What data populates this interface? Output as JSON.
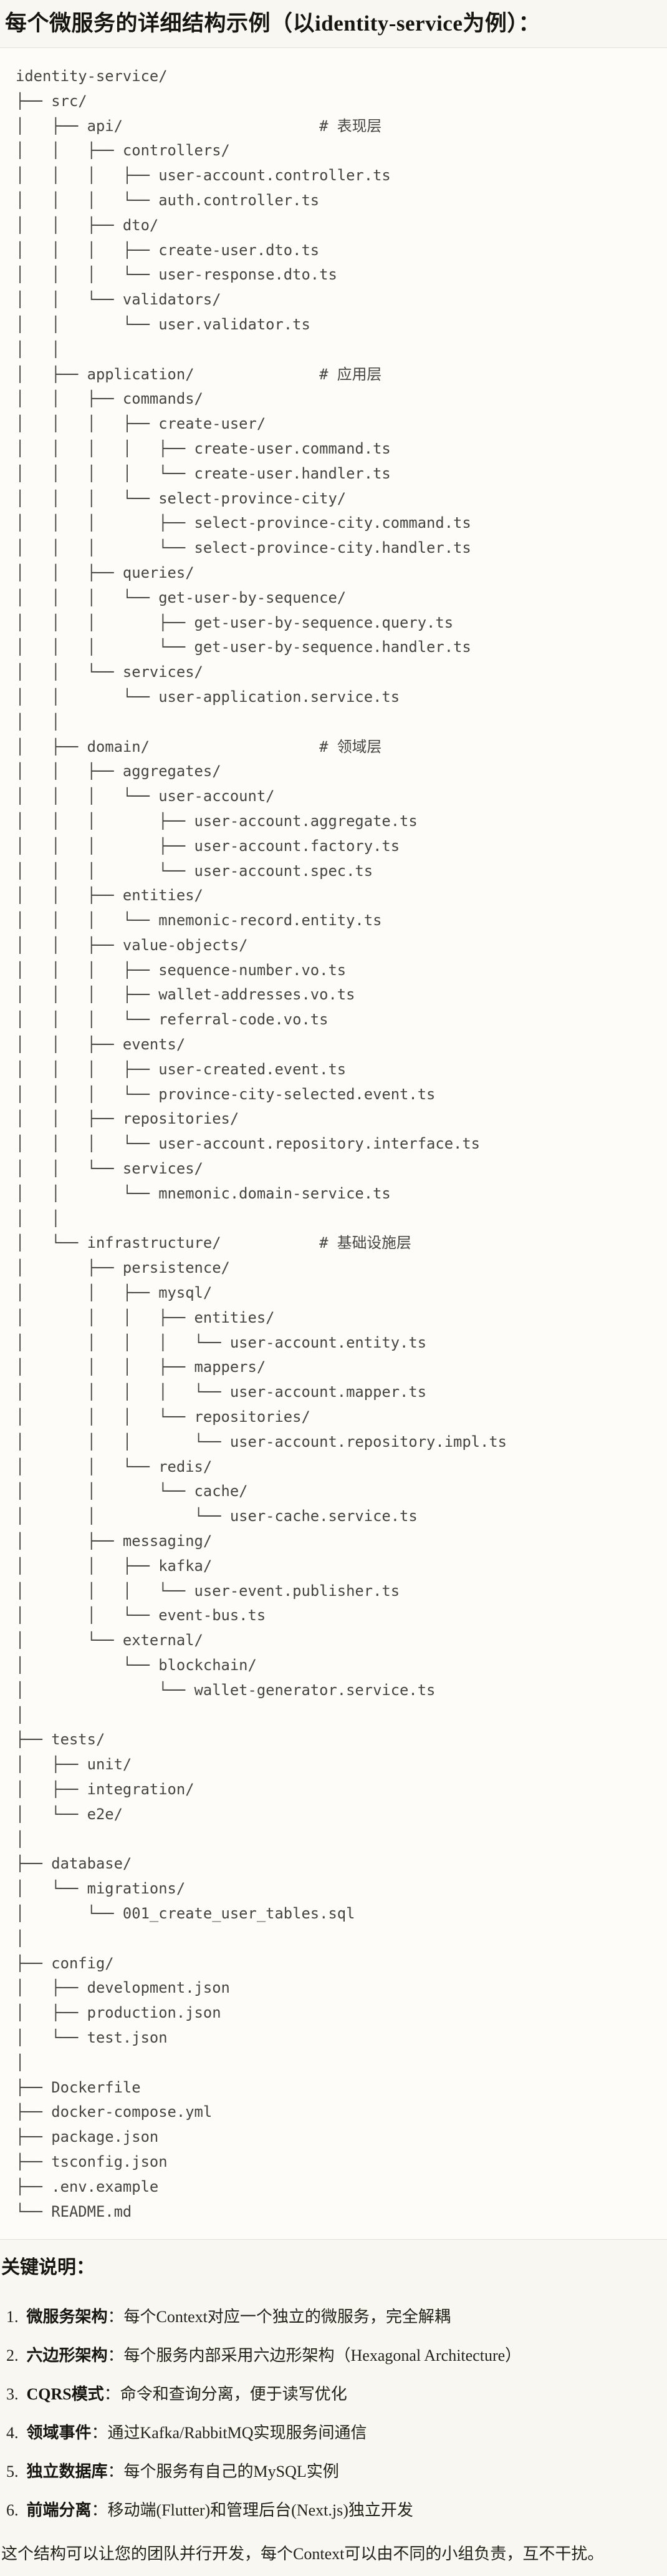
{
  "title": "每个微服务的详细结构示例（以identity-service为例）：",
  "tree": {
    "lines": [
      "identity-service/",
      "├── src/",
      "│   ├── api/                      # 表现层",
      "│   │   ├── controllers/",
      "│   │   │   ├── user-account.controller.ts",
      "│   │   │   └── auth.controller.ts",
      "│   │   ├── dto/",
      "│   │   │   ├── create-user.dto.ts",
      "│   │   │   └── user-response.dto.ts",
      "│   │   └── validators/",
      "│   │       └── user.validator.ts",
      "│   │",
      "│   ├── application/              # 应用层",
      "│   │   ├── commands/",
      "│   │   │   ├── create-user/",
      "│   │   │   │   ├── create-user.command.ts",
      "│   │   │   │   └── create-user.handler.ts",
      "│   │   │   └── select-province-city/",
      "│   │   │       ├── select-province-city.command.ts",
      "│   │   │       └── select-province-city.handler.ts",
      "│   │   ├── queries/",
      "│   │   │   └── get-user-by-sequence/",
      "│   │   │       ├── get-user-by-sequence.query.ts",
      "│   │   │       └── get-user-by-sequence.handler.ts",
      "│   │   └── services/",
      "│   │       └── user-application.service.ts",
      "│   │",
      "│   ├── domain/                   # 领域层",
      "│   │   ├── aggregates/",
      "│   │   │   └── user-account/",
      "│   │   │       ├── user-account.aggregate.ts",
      "│   │   │       ├── user-account.factory.ts",
      "│   │   │       └── user-account.spec.ts",
      "│   │   ├── entities/",
      "│   │   │   └── mnemonic-record.entity.ts",
      "│   │   ├── value-objects/",
      "│   │   │   ├── sequence-number.vo.ts",
      "│   │   │   ├── wallet-addresses.vo.ts",
      "│   │   │   └── referral-code.vo.ts",
      "│   │   ├── events/",
      "│   │   │   ├── user-created.event.ts",
      "│   │   │   └── province-city-selected.event.ts",
      "│   │   ├── repositories/",
      "│   │   │   └── user-account.repository.interface.ts",
      "│   │   └── services/",
      "│   │       └── mnemonic.domain-service.ts",
      "│   │",
      "│   └── infrastructure/           # 基础设施层",
      "│       ├── persistence/",
      "│       │   ├── mysql/",
      "│       │   │   ├── entities/",
      "│       │   │   │   └── user-account.entity.ts",
      "│       │   │   ├── mappers/",
      "│       │   │   │   └── user-account.mapper.ts",
      "│       │   │   └── repositories/",
      "│       │   │       └── user-account.repository.impl.ts",
      "│       │   └── redis/",
      "│       │       └── cache/",
      "│       │           └── user-cache.service.ts",
      "│       ├── messaging/",
      "│       │   ├── kafka/",
      "│       │   │   └── user-event.publisher.ts",
      "│       │   └── event-bus.ts",
      "│       └── external/",
      "│           └── blockchain/",
      "│               └── wallet-generator.service.ts",
      "│",
      "├── tests/",
      "│   ├── unit/",
      "│   ├── integration/",
      "│   └── e2e/",
      "│",
      "├── database/",
      "│   └── migrations/",
      "│       └── 001_create_user_tables.sql",
      "│",
      "├── config/",
      "│   ├── development.json",
      "│   ├── production.json",
      "│   └── test.json",
      "│",
      "├── Dockerfile",
      "├── docker-compose.yml",
      "├── package.json",
      "├── tsconfig.json",
      "├── .env.example",
      "└── README.md"
    ]
  },
  "notes": {
    "heading": "关键说明：",
    "items": [
      {
        "num": "1.",
        "label": "微服务架构",
        "sep": "：",
        "text": "每个Context对应一个独立的微服务，完全解耦"
      },
      {
        "num": "2.",
        "label": "六边形架构",
        "sep": "：",
        "text": "每个服务内部采用六边形架构（Hexagonal Architecture）"
      },
      {
        "num": "3.",
        "label": "CQRS模式",
        "sep": "：",
        "text": "命令和查询分离，便于读写优化"
      },
      {
        "num": "4.",
        "label": "领域事件",
        "sep": "：",
        "text": "通过Kafka/RabbitMQ实现服务间通信"
      },
      {
        "num": "5.",
        "label": "独立数据库",
        "sep": "：",
        "text": "每个服务有自己的MySQL实例"
      },
      {
        "num": "6.",
        "label": "前端分离",
        "sep": "：",
        "text": "移动端(Flutter)和管理后台(Next.js)独立开发"
      }
    ]
  },
  "closing": "这个结构可以让您的团队并行开发，每个Context可以由不同的小组负责，互不干扰。"
}
